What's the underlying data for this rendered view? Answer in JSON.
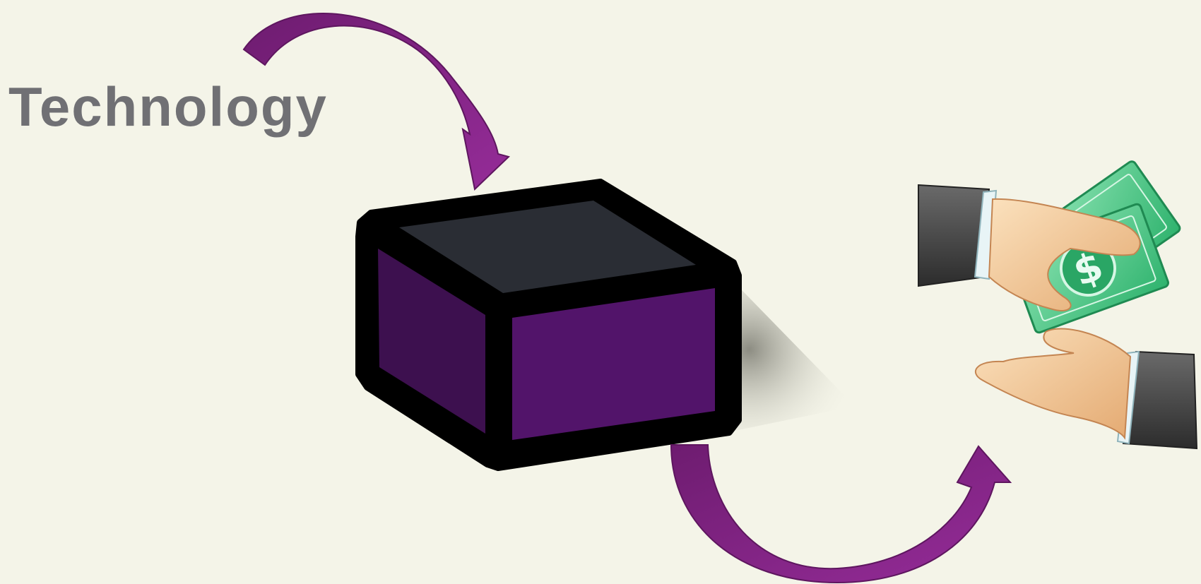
{
  "labels": {
    "input": "Technology"
  },
  "elements": {
    "box": "black-box",
    "output": "money-exchange-hands",
    "arrow_in": "curved-arrow-down",
    "arrow_out": "curved-arrow-up"
  },
  "colors": {
    "background": "#f4f4e8",
    "arrow": "#8a2a8c",
    "box_outline": "#000000",
    "box_top": "#2a2d34",
    "box_face": "#52146a",
    "box_side": "#3d104f",
    "label": "#707074",
    "money": "#3cc47e"
  }
}
